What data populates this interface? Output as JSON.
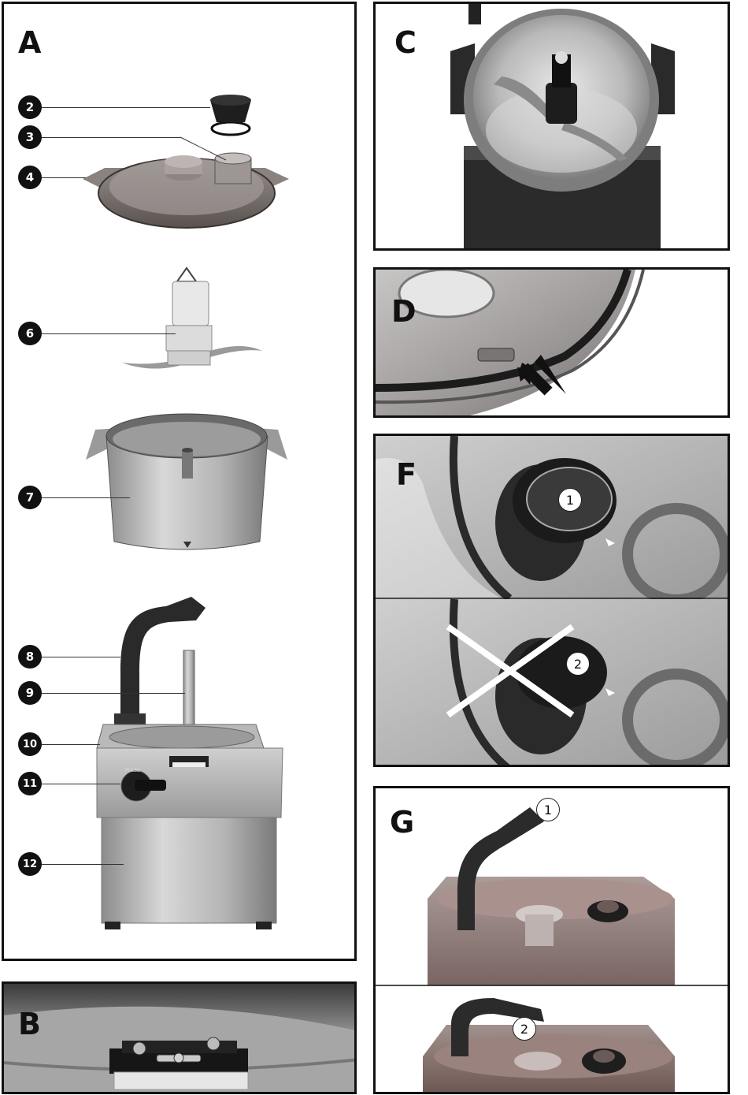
{
  "panels": {
    "a": {
      "letter": "A",
      "parts": [
        "2",
        "3",
        "4",
        "6",
        "7",
        "8",
        "9",
        "10",
        "11",
        "12"
      ]
    },
    "b": {
      "letter": "B"
    },
    "c": {
      "letter": "C"
    },
    "d": {
      "letter": "D"
    },
    "f": {
      "letter": "F",
      "markers": [
        "1",
        "2"
      ]
    },
    "g": {
      "letter": "G",
      "markers": [
        "1",
        "2"
      ]
    }
  },
  "labels": {
    "switch_text": "PULSE"
  },
  "colors": {
    "border": "#111111",
    "metal": "#a9a9a9",
    "dark": "#1a1a1a",
    "lid": "#7a6f6a"
  }
}
